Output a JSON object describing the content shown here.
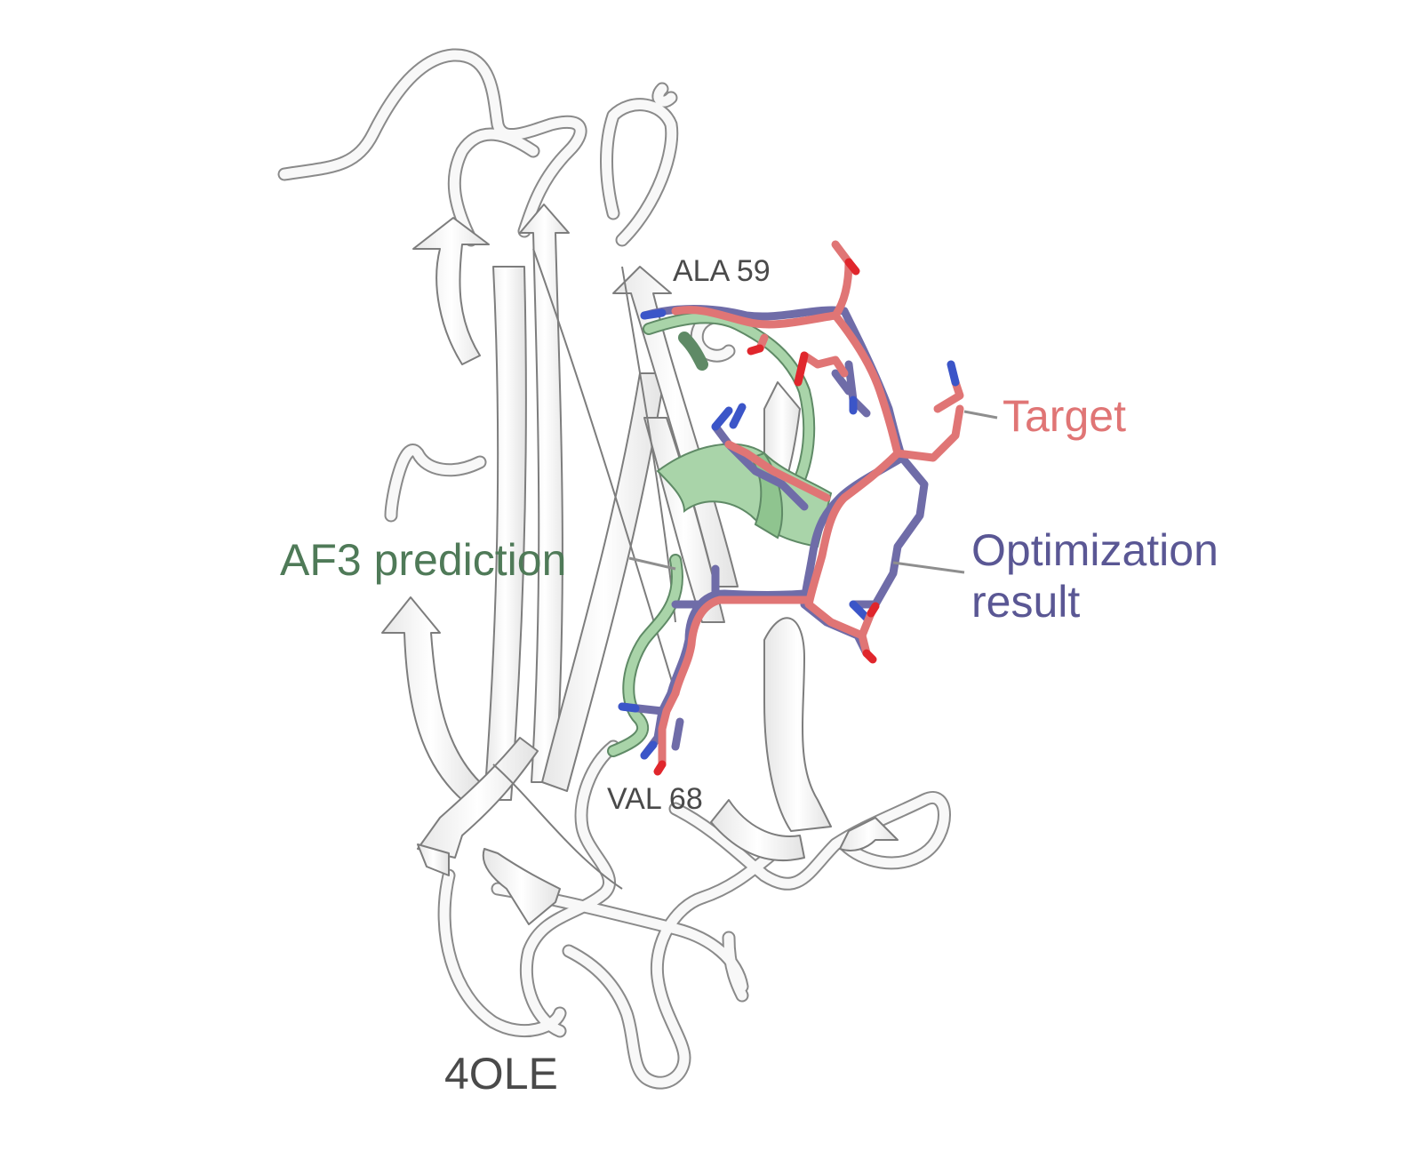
{
  "labels": {
    "residue_start": "ALA 59",
    "residue_end": "VAL 68",
    "target": "Target",
    "af3": "AF3 prediction",
    "optimization_line1": "Optimization",
    "optimization_line2": "result",
    "pdb_id": "4OLE"
  },
  "colors": {
    "target": "#e07575",
    "optimization": "#6f6ca8",
    "af3": "#a9d4a9",
    "af3_text": "#4f7a58",
    "backbone": "#f7f7f7",
    "backbone_edge": "#7a7a7a",
    "label_gray": "#4a4a4a",
    "nitrogen": "#3b55c8",
    "oxygen": "#e0262c"
  },
  "icons": {
    "structure": "protein-cartoon-icon"
  }
}
